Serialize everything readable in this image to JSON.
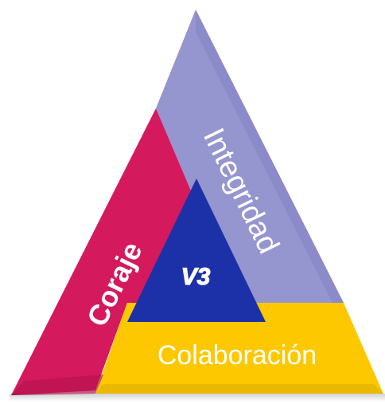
{
  "diagram": {
    "segments": [
      {
        "id": "integridad",
        "label": "Integridad",
        "color": "#9595cf"
      },
      {
        "id": "coraje",
        "label": "Coraje",
        "color": "#d5195d"
      },
      {
        "id": "colaboracion",
        "label": "Colaboración",
        "color": "#fdc800"
      }
    ],
    "center": {
      "logo_text": "V3",
      "color": "#1c31a8"
    }
  }
}
